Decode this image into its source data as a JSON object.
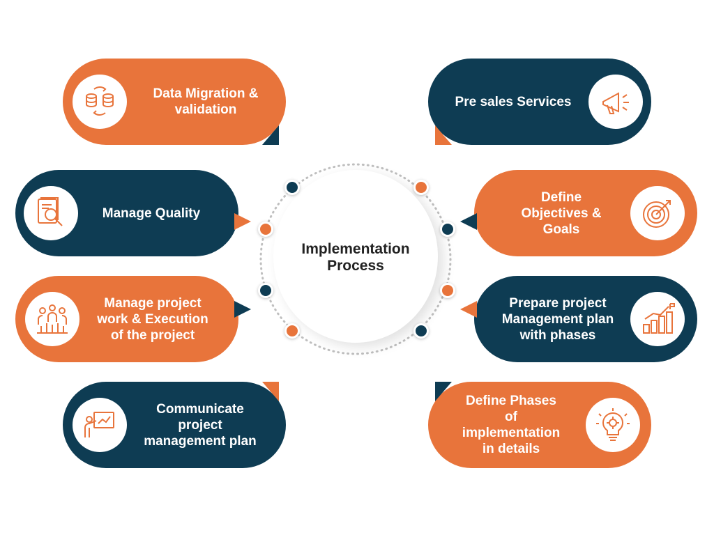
{
  "center": {
    "title_line1": "Implementation",
    "title_line2": "Process"
  },
  "colors": {
    "orange": "#e8743b",
    "navy": "#0e3c53",
    "dots": "#bfbfbf"
  },
  "steps": [
    {
      "label_lines": [
        "Data Migration &",
        "validation"
      ],
      "icon": "database-sync-icon",
      "color": "orange"
    },
    {
      "label_lines": [
        "Manage Quality"
      ],
      "icon": "document-magnifier-icon",
      "color": "navy"
    },
    {
      "label_lines": [
        "Manage project",
        "work & Execution",
        "of the project"
      ],
      "icon": "team-icon",
      "color": "orange"
    },
    {
      "label_lines": [
        "Communicate",
        "project",
        "management plan"
      ],
      "icon": "presentation-icon",
      "color": "navy"
    },
    {
      "label_lines": [
        "Pre sales Services"
      ],
      "icon": "megaphone-icon",
      "color": "navy"
    },
    {
      "label_lines": [
        "Define",
        "Objectives &",
        "Goals"
      ],
      "icon": "target-icon",
      "color": "orange"
    },
    {
      "label_lines": [
        "Prepare project",
        "Management plan",
        "with phases"
      ],
      "icon": "growth-chart-icon",
      "color": "navy"
    },
    {
      "label_lines": [
        "Define Phases",
        "of",
        "implementation",
        "in details"
      ],
      "icon": "lightbulb-gear-icon",
      "color": "orange"
    }
  ]
}
